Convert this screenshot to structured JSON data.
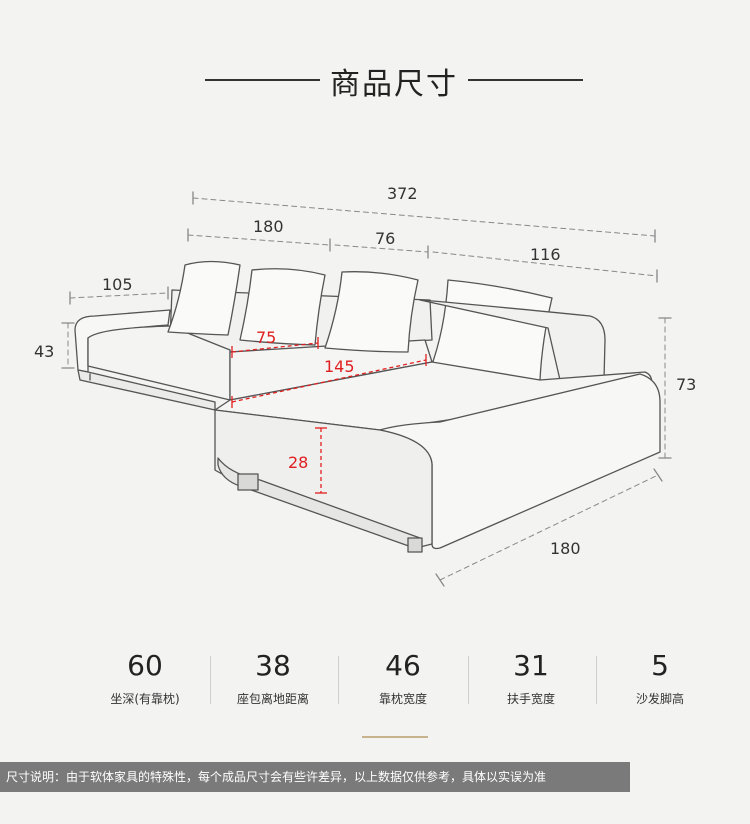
{
  "title": "商品尺寸",
  "dimensions": {
    "total_length": "372",
    "left_segment": "180",
    "middle_segment": "76",
    "right_segment": "116",
    "left_arm_width": "105",
    "arm_height": "43",
    "total_height": "73",
    "chaise_depth": "180",
    "seat_depth_left": "75",
    "seat_depth_chaise": "145",
    "seat_height": "28"
  },
  "specs": [
    {
      "value": "60",
      "label": "坐深(有靠枕)"
    },
    {
      "value": "38",
      "label": "座包离地距离"
    },
    {
      "value": "46",
      "label": "靠枕宽度"
    },
    {
      "value": "31",
      "label": "扶手宽度"
    },
    {
      "value": "5",
      "label": "沙发脚高"
    }
  ],
  "colors": {
    "background": "#f3f3f2",
    "measure_red": "#e02020",
    "accent": "#c7b48e",
    "footer_bg": "#7a7a7a"
  },
  "footer_note": "尺寸说明：由于软体家具的特殊性，每个成品尺寸会有些许差异，以上数据仅供参考，具体以实误为准"
}
